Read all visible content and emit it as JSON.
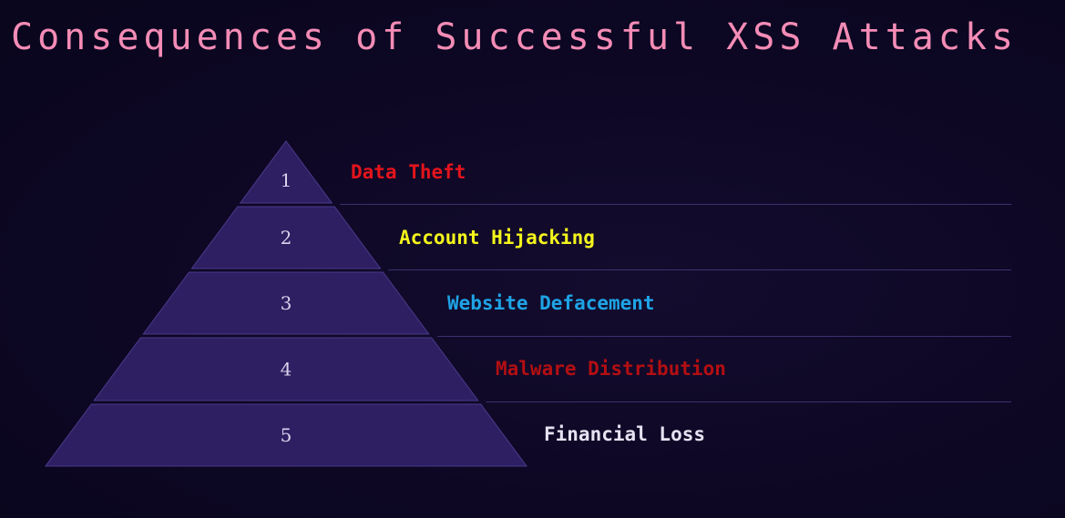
{
  "title": "Consequences of Successful XSS Attacks",
  "colors": {
    "background": "#0d0724",
    "title": "#f48cb6",
    "tier_fill": "#2e1f62",
    "tier_stroke": "#4a3a8c",
    "divider": "#3d3170",
    "number": "#d9d3ec"
  },
  "tiers": [
    {
      "number": "1",
      "label": "Data Theft",
      "color": "#e3141c"
    },
    {
      "number": "2",
      "label": "Account Hijacking",
      "color": "#f4f51c"
    },
    {
      "number": "3",
      "label": "Website Defacement",
      "color": "#1ea4e6"
    },
    {
      "number": "4",
      "label": "Malware Distribution",
      "color": "#b30f12"
    },
    {
      "number": "5",
      "label": "Financial Loss",
      "color": "#e6e2f2"
    }
  ]
}
